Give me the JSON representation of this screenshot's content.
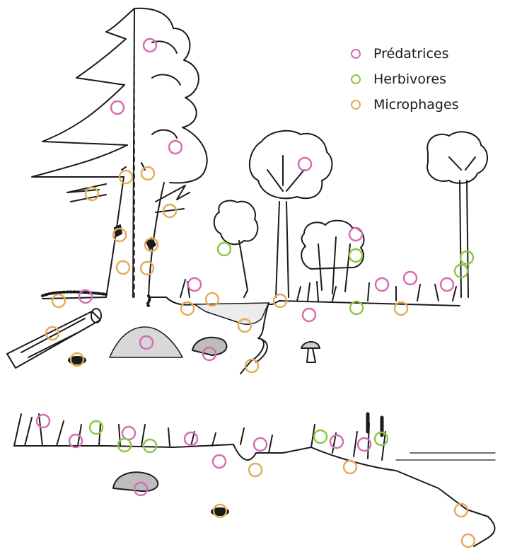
{
  "legend": {
    "items": [
      {
        "label": "Prédatrices",
        "color": "#d46bb4"
      },
      {
        "label": "Herbivores",
        "color": "#8cc63f"
      },
      {
        "label": "Microphages",
        "color": "#e2ac57"
      }
    ]
  },
  "colors": {
    "ink": "#1a1a1a",
    "predator": "#d46bb4",
    "herbivore": "#8cc63f",
    "microphage": "#e2ac57"
  }
}
